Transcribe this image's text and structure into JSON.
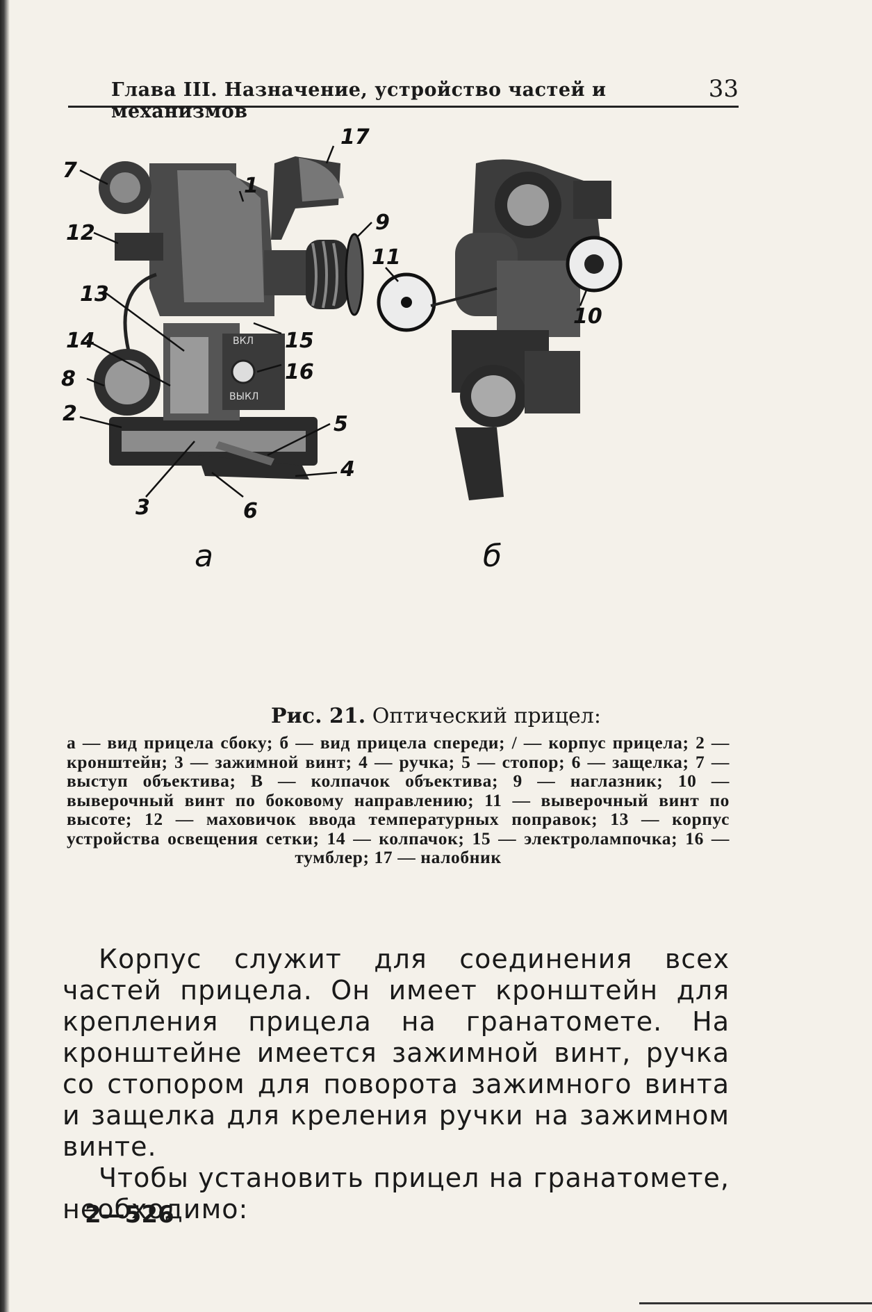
{
  "header": {
    "title": "Глава III. Назначение, устройство частей и механизмов",
    "page_number": "33"
  },
  "figure": {
    "panel_a": "а",
    "panel_b": "б",
    "callouts_a": [
      "7",
      "1",
      "17",
      "12",
      "9",
      "13",
      "15",
      "14",
      "16",
      "8",
      "2",
      "5",
      "4",
      "3",
      "6"
    ],
    "callouts_b": [
      "11",
      "10"
    ],
    "device_plate_top": "ВКЛ",
    "device_plate_bottom": "ВЫКЛ"
  },
  "caption": {
    "label": "Рис. 21.",
    "title": "Оптический прицел:",
    "legend": "а — вид прицела сбоку; б — вид прицела спереди; / — корпус прицела; 2 — кронштейн; 3 — зажимной винт; 4 — ручка; 5 — стопор; 6 — защелка; 7 — выступ объектива; В — колпачок объектива; 9 — наглазник; 10 — выверочный винт по боковому направлению; 11 — выверочный винт по высоте; 12 — маховичок ввода температурных поправок; 13 — корпус устройства освещения сетки; 14 — колпачок; 15 — электролампочка; 16 — тумблер; 17 — налобник"
  },
  "body": {
    "paragraph_1": "Корпус служит для соединения всех частей прицела. Он имеет кронштейн для крепления прицела на гранатомете. На кронштейне имеется зажимной винт, ручка со стопором для поворота зажимного винта и защелка для креления ручки на зажимном винте.",
    "paragraph_2": "Чтобы установить прицел на гранатомете, необходимо:"
  },
  "signature": "2—526"
}
